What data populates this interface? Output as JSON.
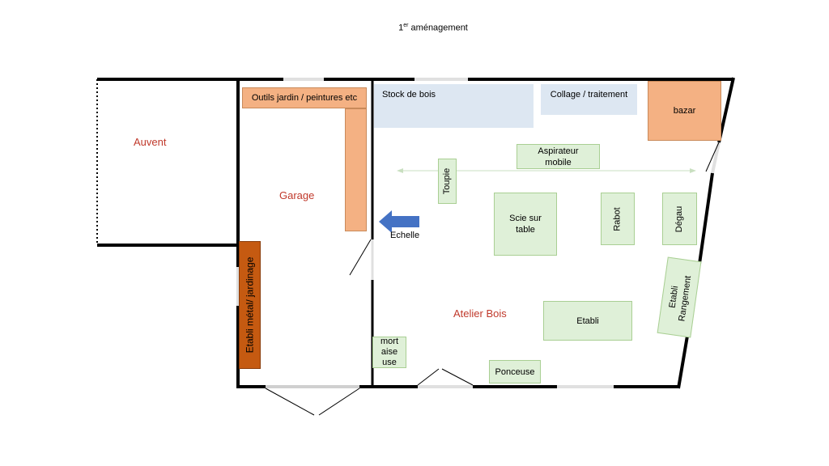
{
  "title": {
    "main": "1",
    "sup": "er",
    "rest": " aménagement"
  },
  "rooms": {
    "auvent": "Auvent",
    "garage": "Garage",
    "atelier": "Atelier Bois"
  },
  "items": {
    "outils": "Outils jardin / peintures etc",
    "stock": "Stock de bois",
    "collage": "Collage / traitement",
    "bazar": "bazar",
    "aspirateur_l1": "Aspirateur",
    "aspirateur_l2": "mobile",
    "toupie": "Toupie",
    "scie_l1": "Scie sur",
    "scie_l2": "table",
    "rabot": "Rabot",
    "degau": "Dégau",
    "echelle": "Echelle",
    "etabli_metal": "Etabli métal/ jardinage",
    "etabli_rangement_l1": "Etabli",
    "etabli_rangement_l2": "Rangement",
    "etabli": "Etabli",
    "mortaise_l1": "mort",
    "mortaise_l2": "aise",
    "mortaise_l3": "use",
    "ponceuse": "Ponceuse"
  },
  "colors": {
    "wall": "#000000",
    "room_label": "#c0392b",
    "machine_fill": "#dff0d8",
    "storage_fill": "#f4b183",
    "metal_bench_fill": "#c55a11",
    "wood_zone_fill": "#dde7f2",
    "arrow": "#4472c4"
  }
}
